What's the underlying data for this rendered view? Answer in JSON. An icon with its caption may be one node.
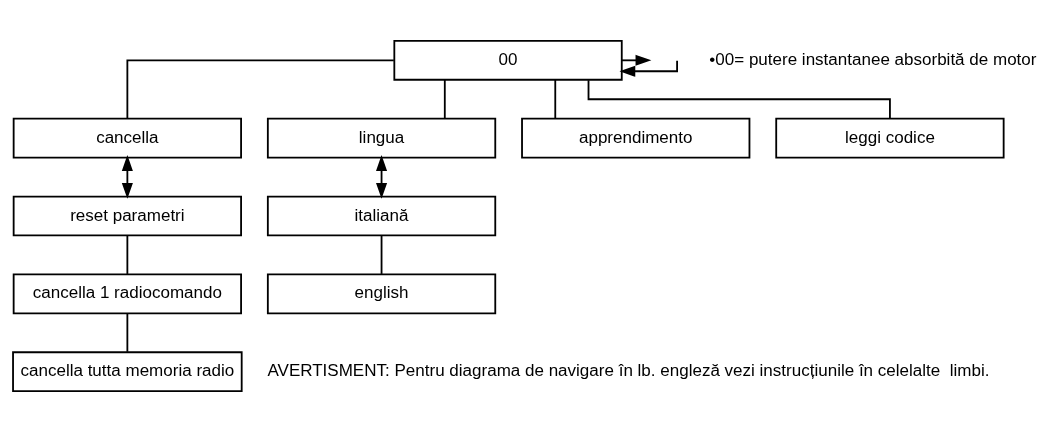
{
  "diagram": {
    "nodes": [
      {
        "text": [
          "00"
        ]
      },
      {
        "text": [
          "cancella"
        ]
      },
      {
        "text": [
          "lingua"
        ]
      },
      {
        "text": [
          "apprendimento"
        ]
      },
      {
        "text": [
          "reset parametri"
        ]
      },
      {
        "text": [
          "italiană"
        ]
      },
      {
        "text": [
          "leggi codice"
        ]
      },
      {
        "text": [
          "cancella 1 radiocomando"
        ]
      },
      {
        "text": [
          "english"
        ]
      },
      {
        "text": [
          "cancella tutta memoria radio"
        ]
      }
    ],
    "edges": [
      {
        "from": null,
        "to": 0,
        "arrow": "to"
      },
      {
        "from": 0,
        "to": null,
        "arrow": "to"
      },
      {
        "from": 0,
        "to": 1,
        "arrow": "none"
      },
      {
        "from": 0,
        "to": 2,
        "arrow": "none"
      },
      {
        "from": 0,
        "to": 3,
        "arrow": "none"
      },
      {
        "from": 0,
        "to": 6,
        "arrow": "none"
      },
      {
        "from": 1,
        "to": 4,
        "arrow": "both"
      },
      {
        "from": 2,
        "to": 5,
        "arrow": "both"
      },
      {
        "from": 4,
        "to": 7,
        "arrow": "none"
      },
      {
        "from": 7,
        "to": 9,
        "arrow": "none"
      },
      {
        "from": 5,
        "to": 8,
        "arrow": "none"
      }
    ],
    "labels": [
      "•00= putere instantanee absorbită de motor",
      "AVERTISMENT: Pentru diagrama de navigare în lb. engleză vezi instrucțiunile în celelalte  limbi."
    ]
  }
}
